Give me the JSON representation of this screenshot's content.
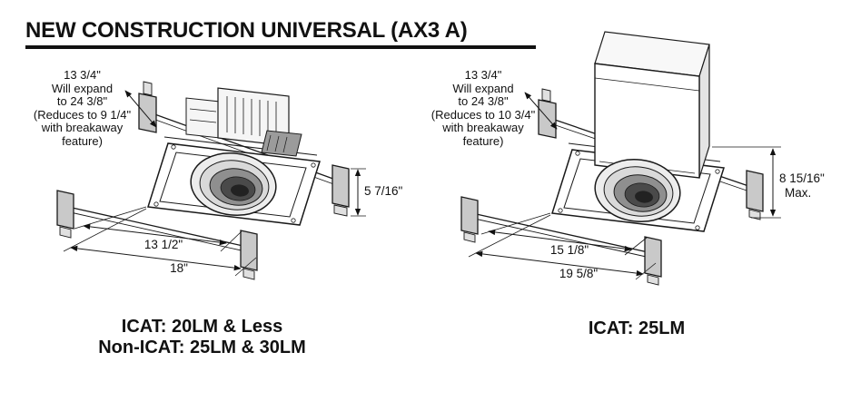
{
  "title": "NEW CONSTRUCTION UNIVERSAL (AX3 A)",
  "left_unit": {
    "expand_note": {
      "line1": "13 3/4\"",
      "line2": "Will expand",
      "line3": "to 24 3/8\"",
      "line4": "(Reduces to 9 1/4\"",
      "line5": "with breakaway",
      "line6": "feature)"
    },
    "height_dimension": "5 7/16\"",
    "pan_width_dimension": "13 1/2\"",
    "overall_width_dimension": "18\"",
    "caption_line1": "ICAT: 20LM & Less",
    "caption_line2": "Non-ICAT: 25LM & 30LM"
  },
  "right_unit": {
    "expand_note": {
      "line1": "13 3/4\"",
      "line2": "Will expand",
      "line3": "to 24 3/8\"",
      "line4": "(Reduces to 10 3/4\"",
      "line5": "with breakaway",
      "line6": "feature)"
    },
    "height_dimension": "8 15/16\"",
    "height_dimension_qualifier": "Max.",
    "pan_width_dimension": "15 1/8\"",
    "overall_width_dimension": "19 5/8\"",
    "caption_line1": "ICAT: 25LM"
  }
}
